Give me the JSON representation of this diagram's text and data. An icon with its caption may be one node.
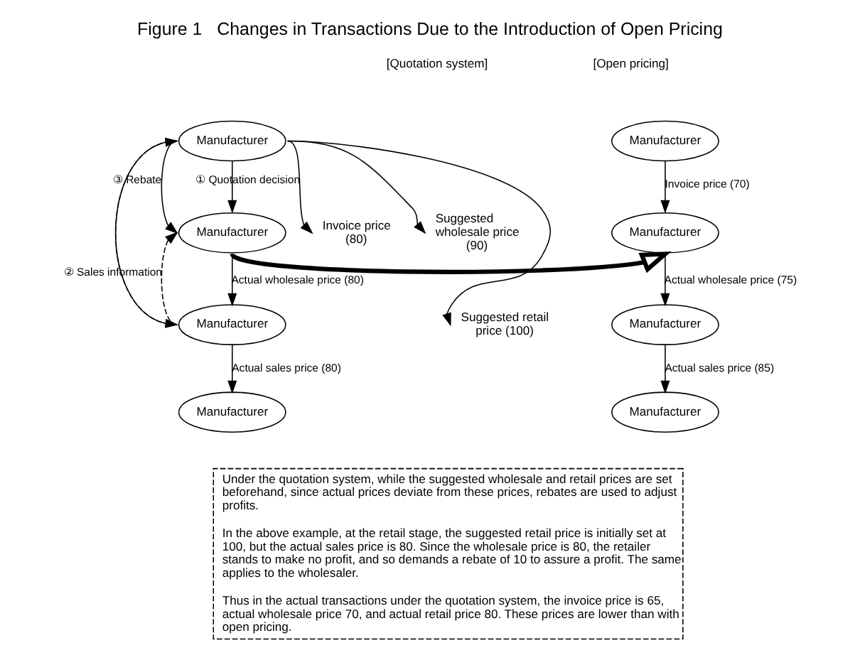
{
  "diagram": {
    "title": "Figure 1   Changes in Transactions Due to the Introduction of Open Pricing",
    "nodes": [
      {
        "text": [
          "Manufacturer"
        ]
      },
      {
        "text": [
          "Manufacturer"
        ]
      },
      {
        "text": [
          "Invoice price (80)"
        ]
      },
      {
        "text": [
          "Manufacturer"
        ]
      },
      {
        "text": [
          "Suggested wholesale price (90)"
        ]
      },
      {
        "text": [
          "Manufacturer"
        ]
      },
      {
        "text": [
          "Manufacturer"
        ]
      },
      {
        "text": [
          "Suggested retail price (100)"
        ]
      },
      {
        "text": [
          "Manufacturer"
        ]
      },
      {
        "text": [
          "Manufacturer"
        ]
      },
      {
        "text": [
          "Manufacturer"
        ]
      },
      {
        "text": [
          "Under the quotation system, while the suggested wholesale and retail prices are set beforehand, since actual prices deviate from these prices, rebates are used to adjust profits.",
          "In the above example, at the retail stage, the suggested retail price is initially set at 100, but the actual sales price is 80. Since the wholesale price is 80, the retailer stands to make no profit, and so demands a rebate of 10 to assure a profit. The same applies to the wholesaler.",
          "Thus in the actual transactions under the quotation system, the invoice price is 65, actual wholesale price 70, and actual retail price 80. These prices are lower than with open pricing."
        ]
      }
    ],
    "edges": [
      {
        "from": 0,
        "to": 3,
        "arrow": "to"
      },
      {
        "from": 3,
        "to": 5,
        "arrow": "to",
        "label": "Actual wholesale price (80)"
      },
      {
        "from": 5,
        "to": 8,
        "arrow": "to",
        "label": "Actual sales price (80)"
      },
      {
        "from": 0,
        "to": 2,
        "arrow": "to",
        "label": "① Quotation decision"
      },
      {
        "from": 0,
        "to": 4,
        "arrow": "to"
      },
      {
        "from": 0,
        "to": 7,
        "arrow": "to"
      },
      {
        "from": 0,
        "to": 3,
        "arrow": "to",
        "label": "③ Rebate"
      },
      {
        "from": 0,
        "to": 5,
        "arrow": "to"
      },
      {
        "from": 5,
        "to": 3,
        "arrow": "to",
        "style": "dashed",
        "label": "② Sales information"
      },
      {
        "from": 5,
        "to": 0,
        "arrow": "to",
        "style": "dashed"
      },
      {
        "from": 3,
        "to": 6,
        "arrow": "to",
        "style": "thick"
      },
      {
        "from": 1,
        "to": 6,
        "arrow": "to",
        "label": "Invoice price (70)"
      },
      {
        "from": 6,
        "to": 9,
        "arrow": "to",
        "label": "Actual wholesale price (75)"
      },
      {
        "from": 9,
        "to": 10,
        "arrow": "to",
        "label": "Actual sales price (85)"
      }
    ],
    "labels": [
      "[Quotation system]",
      "[Open pricing]"
    ]
  }
}
